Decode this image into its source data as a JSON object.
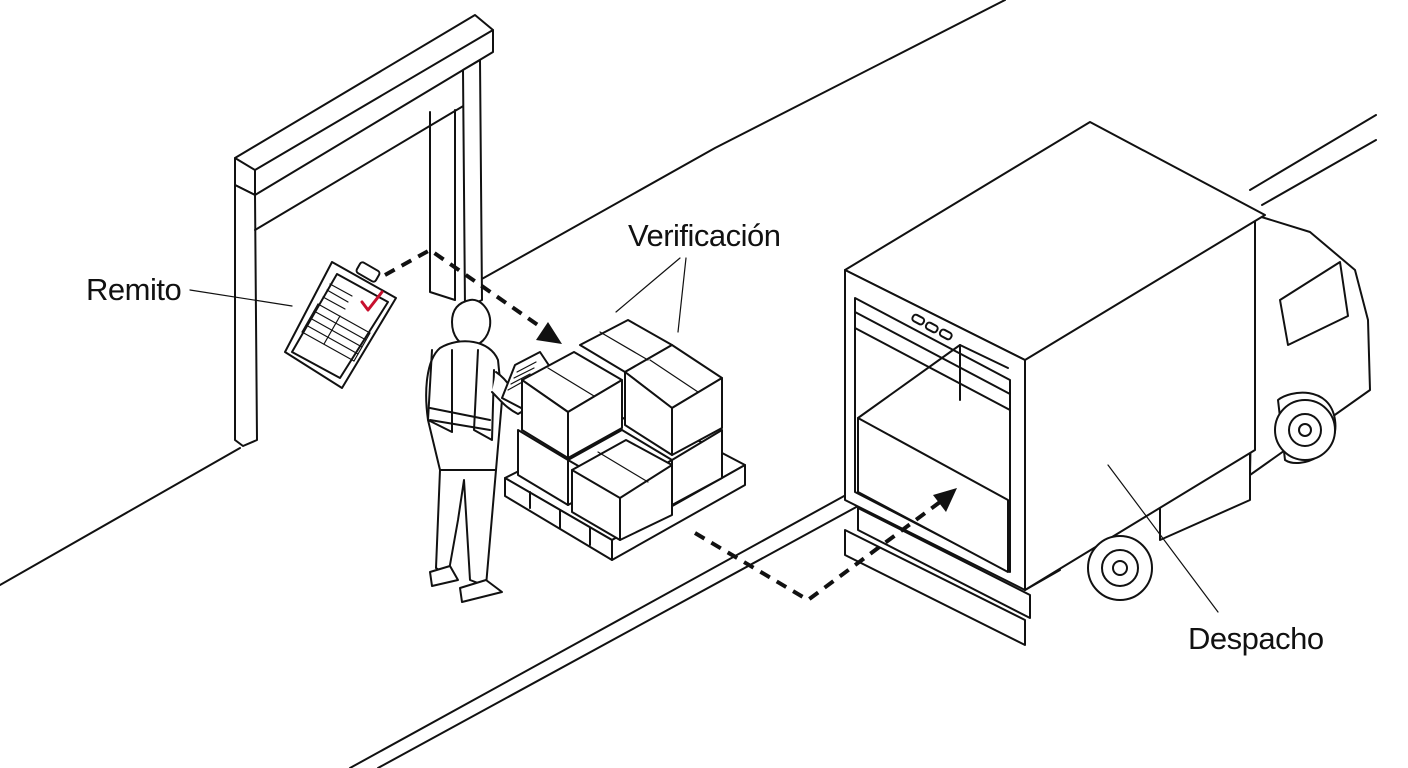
{
  "labels": {
    "remito": "Remito",
    "verificacion": "Verificación",
    "despacho": "Despacho"
  },
  "colors": {
    "line": "#111111",
    "background": "#ffffff",
    "check_mark": "#c8102e"
  },
  "icons": [
    "clipboard-icon",
    "tablet-icon",
    "check-mark-icon"
  ]
}
